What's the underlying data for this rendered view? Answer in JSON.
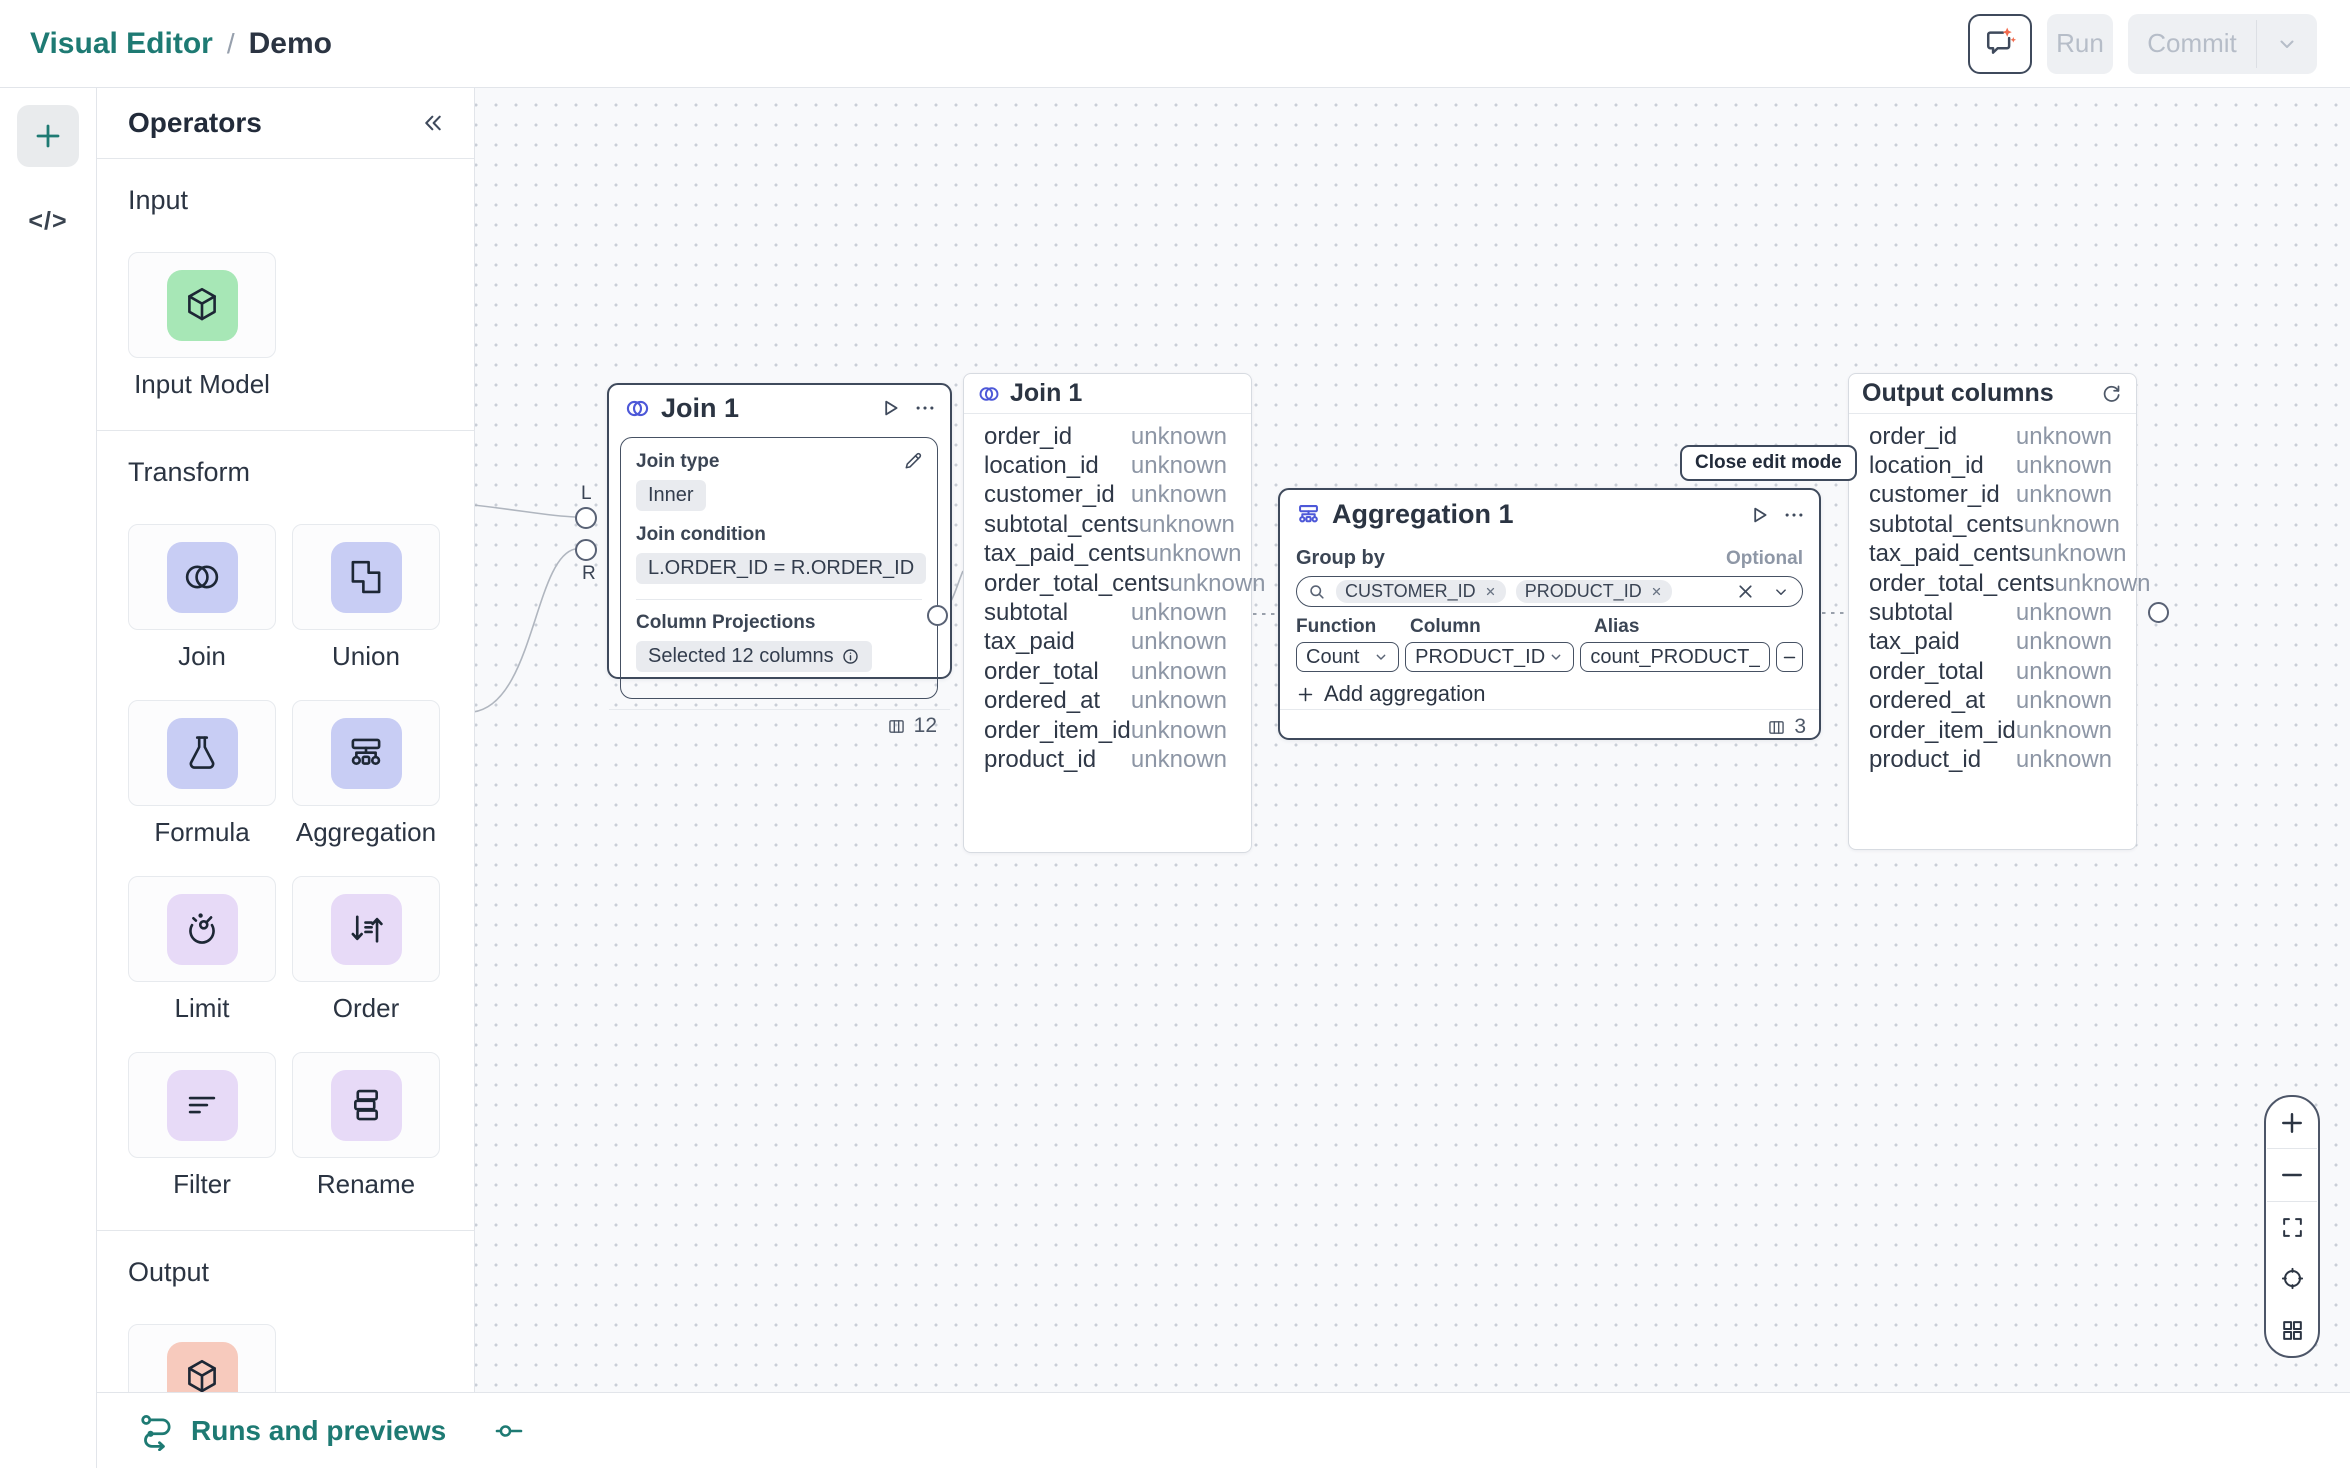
{
  "header": {
    "breadcrumb": {
      "root": "Visual Editor",
      "separator": "/",
      "current": "Demo"
    },
    "run_label": "Run",
    "commit_label": "Commit"
  },
  "rail": {
    "code_glyph": "</>"
  },
  "operators": {
    "title": "Operators",
    "sections": [
      {
        "label": "Input",
        "items": [
          {
            "label": "Input Model",
            "icon": "cube-icon",
            "icon_bg": "#a7e7b6"
          }
        ]
      },
      {
        "label": "Transform",
        "items": [
          {
            "label": "Join",
            "icon": "join-venn-icon",
            "icon_bg": "#c8cdf4"
          },
          {
            "label": "Union",
            "icon": "union-icon",
            "icon_bg": "#c8cdf4"
          },
          {
            "label": "Formula",
            "icon": "flask-icon",
            "icon_bg": "#c8cdf4"
          },
          {
            "label": "Aggregation",
            "icon": "org-chart-icon",
            "icon_bg": "#c8cdf4"
          },
          {
            "label": "Limit",
            "icon": "gauge-icon",
            "icon_bg": "#e7daf7"
          },
          {
            "label": "Order",
            "icon": "sort-arrows-icon",
            "icon_bg": "#e7daf7"
          },
          {
            "label": "Filter",
            "icon": "filter-lines-icon",
            "icon_bg": "#e7daf7"
          },
          {
            "label": "Rename",
            "icon": "stack-icon",
            "icon_bg": "#e7daf7"
          }
        ]
      },
      {
        "label": "Output",
        "items": [
          {
            "label": "",
            "icon": "cube-icon",
            "icon_bg": "#f7cabd"
          }
        ]
      }
    ]
  },
  "canvas": {
    "join_edit_node": {
      "title": "Join 1",
      "port_left_label": "L",
      "port_right_label": "R",
      "join_type_label": "Join type",
      "join_type_value": "Inner",
      "condition_label": "Join condition",
      "condition_value": "L.ORDER_ID = R.ORDER_ID",
      "projections_label": "Column Projections",
      "projections_value": "Selected 12 columns",
      "column_count": "12"
    },
    "join_columns_node": {
      "title": "Join 1",
      "columns": [
        {
          "name": "order_id",
          "type": "unknown"
        },
        {
          "name": "location_id",
          "type": "unknown"
        },
        {
          "name": "customer_id",
          "type": "unknown"
        },
        {
          "name": "subtotal_cents",
          "type": "unknown"
        },
        {
          "name": "tax_paid_cents",
          "type": "unknown"
        },
        {
          "name": "order_total_cents",
          "type": "unknown"
        },
        {
          "name": "subtotal",
          "type": "unknown"
        },
        {
          "name": "tax_paid",
          "type": "unknown"
        },
        {
          "name": "order_total",
          "type": "unknown"
        },
        {
          "name": "ordered_at",
          "type": "unknown"
        },
        {
          "name": "order_item_id",
          "type": "unknown"
        },
        {
          "name": "product_id",
          "type": "unknown"
        }
      ]
    },
    "aggregation_node": {
      "close_button_label": "Close edit mode",
      "title": "Aggregation 1",
      "group_by_label": "Group by",
      "optional_label": "Optional",
      "group_by_chips": [
        "CUSTOMER_ID",
        "PRODUCT_ID"
      ],
      "function_label": "Function",
      "column_label": "Column",
      "alias_label": "Alias",
      "function_value": "Count",
      "column_value": "PRODUCT_ID",
      "alias_value": "count_PRODUCT_ID",
      "add_aggregation_label": "Add aggregation",
      "column_count": "3"
    },
    "output_columns_node": {
      "title": "Output columns",
      "columns": [
        {
          "name": "order_id",
          "type": "unknown"
        },
        {
          "name": "location_id",
          "type": "unknown"
        },
        {
          "name": "customer_id",
          "type": "unknown"
        },
        {
          "name": "subtotal_cents",
          "type": "unknown"
        },
        {
          "name": "tax_paid_cents",
          "type": "unknown"
        },
        {
          "name": "order_total_cents",
          "type": "unknown"
        },
        {
          "name": "subtotal",
          "type": "unknown"
        },
        {
          "name": "tax_paid",
          "type": "unknown"
        },
        {
          "name": "order_total",
          "type": "unknown"
        },
        {
          "name": "ordered_at",
          "type": "unknown"
        },
        {
          "name": "order_item_id",
          "type": "unknown"
        },
        {
          "name": "product_id",
          "type": "unknown"
        }
      ]
    }
  },
  "bottom_bar": {
    "runs_label": "Runs and previews"
  },
  "zoom_controls": [
    "zoom-in",
    "zoom-out",
    "fit-view",
    "locate",
    "minimap"
  ],
  "colors": {
    "accent_teal": "#1e7a73",
    "node_border": "#3f4a5c",
    "icon_indigo": "#4d58d8",
    "sparkle_orange": "#f26b4e",
    "tile_green": "#a7e7b6",
    "tile_periwinkle": "#c8cdf4",
    "tile_lilac": "#e7daf7",
    "tile_salmon": "#f7cabd"
  }
}
